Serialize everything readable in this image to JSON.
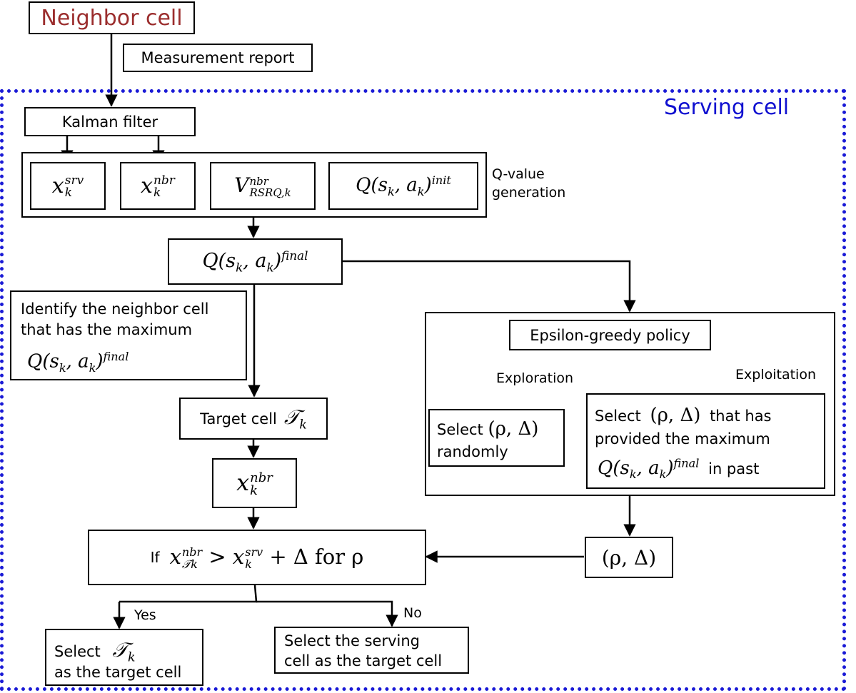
{
  "colors": {
    "neighbor_title": "#9b2d2d",
    "serving_title": "#1010d0",
    "serving_border": "#1a1ad6",
    "line": "#000000"
  },
  "neighbor_cell": {
    "title": "Neighbor cell"
  },
  "measurement_report": {
    "label": "Measurement report"
  },
  "serving_cell": {
    "title": "Serving cell"
  },
  "kalman_filter": {
    "label": "Kalman filter"
  },
  "qvalue_generation": {
    "label_line1": "Q-value",
    "label_line2": "generation",
    "x_srv": {
      "base": "x",
      "sup": "srv",
      "sub": "k"
    },
    "x_nbr": {
      "base": "x",
      "sup": "nbr",
      "sub": "k"
    },
    "v_rsrq": {
      "base": "V",
      "sup": "nbr",
      "sub": "RSRQ,k"
    },
    "q_init": {
      "base": "Q(s",
      "sub1": "k",
      "mid": ", a",
      "sub2": "k",
      "close": ")",
      "sup": "init"
    }
  },
  "q_final": {
    "base": "Q(s",
    "sub1": "k",
    "mid": ", a",
    "sub2": "k",
    "close": ")",
    "sup": "final"
  },
  "identify_box": {
    "line1": "Identify the neighbor cell",
    "line2": "that has the maximum",
    "q": {
      "base": "Q(s",
      "sub1": "k",
      "mid": ", a",
      "sub2": "k",
      "close": ")",
      "sup": "final"
    }
  },
  "target_cell": {
    "label": "Target cell",
    "symbol": "𝒯",
    "sub": "k"
  },
  "x_nbr_k": {
    "base": "x",
    "sup": "nbr",
    "sub": "k"
  },
  "condition": {
    "if_label": "If",
    "lhs_base": "x",
    "lhs_sup": "nbr",
    "lhs_sub": "𝒯k",
    "op": ">",
    "rhs_base": "x",
    "rhs_sup": "srv",
    "rhs_sub": "k",
    "rest": "+ Δ for ρ"
  },
  "rho_delta_result": {
    "text": "(ρ, Δ)"
  },
  "epsilon_policy": {
    "label": "Epsilon-greedy policy"
  },
  "exploration": {
    "label": "Exploration"
  },
  "exploitation": {
    "label": "Exploitation"
  },
  "select_random": {
    "line1_word": "Select",
    "line1_math": "(ρ, Δ)",
    "line2": "randomly"
  },
  "select_best": {
    "line1_word": "Select",
    "line1_math": "(ρ, Δ)",
    "line1_rest": "that has",
    "line2": "provided the maximum",
    "q": {
      "base": "Q(s",
      "sub1": "k",
      "mid": ", a",
      "sub2": "k",
      "close": ")",
      "sup": "final"
    },
    "line3_rest": "in past"
  },
  "yes_label": "Yes",
  "no_label": "No",
  "select_tk": {
    "word": "Select",
    "symbol": "𝒯",
    "sub": "k",
    "line2": "as the target cell"
  },
  "select_serving": {
    "line1": "Select the serving",
    "line2": "cell as the target cell"
  }
}
